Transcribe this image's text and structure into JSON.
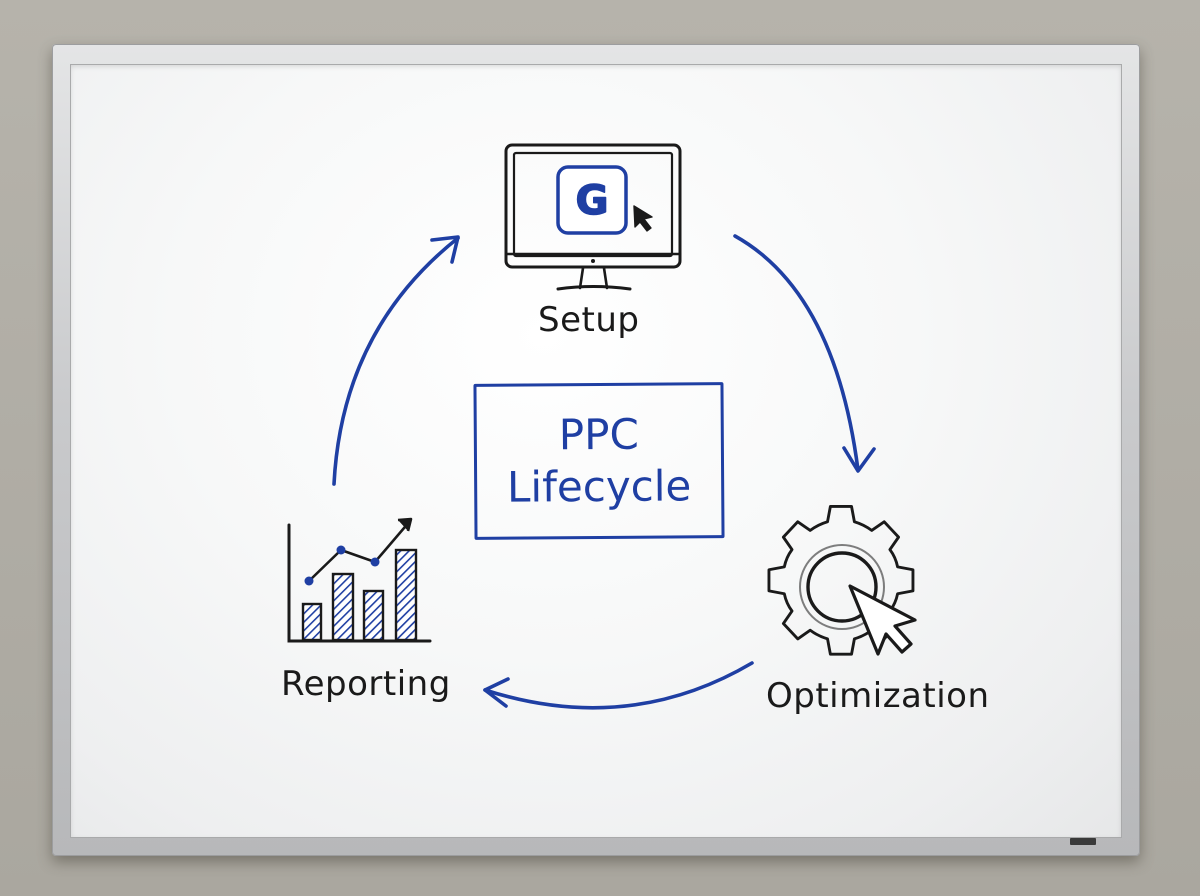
{
  "diagram": {
    "center": {
      "line1": "PPC",
      "line2": "Lifecycle"
    },
    "stages": [
      {
        "label": "Setup",
        "icon": "monitor-google-icon"
      },
      {
        "label": "Optimization",
        "icon": "gear-cursor-icon"
      },
      {
        "label": "Reporting",
        "icon": "bar-chart-trend-icon"
      }
    ],
    "monitor_logo_letter": "G",
    "colors": {
      "marker_blue": "#1f3fa3",
      "marker_black": "#1a1a1a",
      "board_white": "#f7f8f8",
      "frame_aluminum": "#c9cacc",
      "wall": "#b0ada5"
    }
  }
}
